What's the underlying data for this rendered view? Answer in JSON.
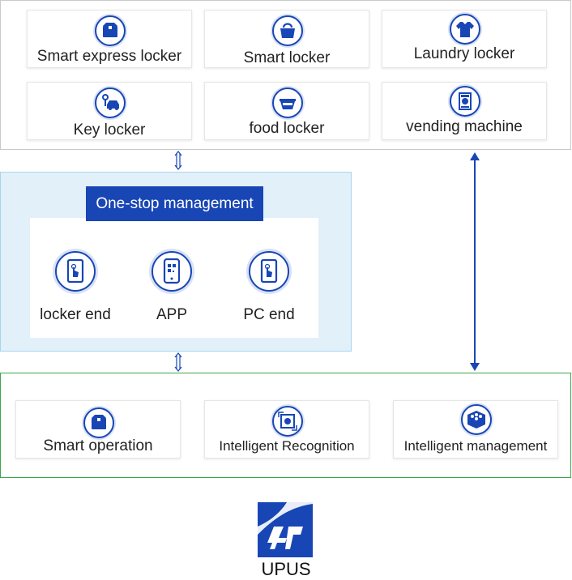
{
  "lockers": [
    {
      "label": "Smart express locker",
      "icon": "box-icon"
    },
    {
      "label": "Smart locker",
      "icon": "bag-icon"
    },
    {
      "label": "Laundry locker",
      "icon": "shirt-icon"
    },
    {
      "label": "Key locker",
      "icon": "car-key-icon"
    },
    {
      "label": "food locker",
      "icon": "food-bowl-icon"
    },
    {
      "label": "vending machine",
      "icon": "vending-icon"
    }
  ],
  "management": {
    "title": "One-stop management",
    "items": [
      {
        "label": "locker end",
        "icon": "tablet-touch-icon"
      },
      {
        "label": "APP",
        "icon": "phone-qr-icon"
      },
      {
        "label": "PC end",
        "icon": "tablet-touch-icon"
      }
    ]
  },
  "capabilities": [
    {
      "label": "Smart operation",
      "icon": "box-icon"
    },
    {
      "label": "Intelligent Recognition",
      "icon": "recognition-icon"
    },
    {
      "label": "Intelligent management",
      "icon": "cubes-icon"
    }
  ],
  "brand": {
    "name": "UPUS"
  },
  "colors": {
    "accent": "#1846b5",
    "mid_panel": "#e2f0fa",
    "bottom_border": "#3aa64a"
  }
}
